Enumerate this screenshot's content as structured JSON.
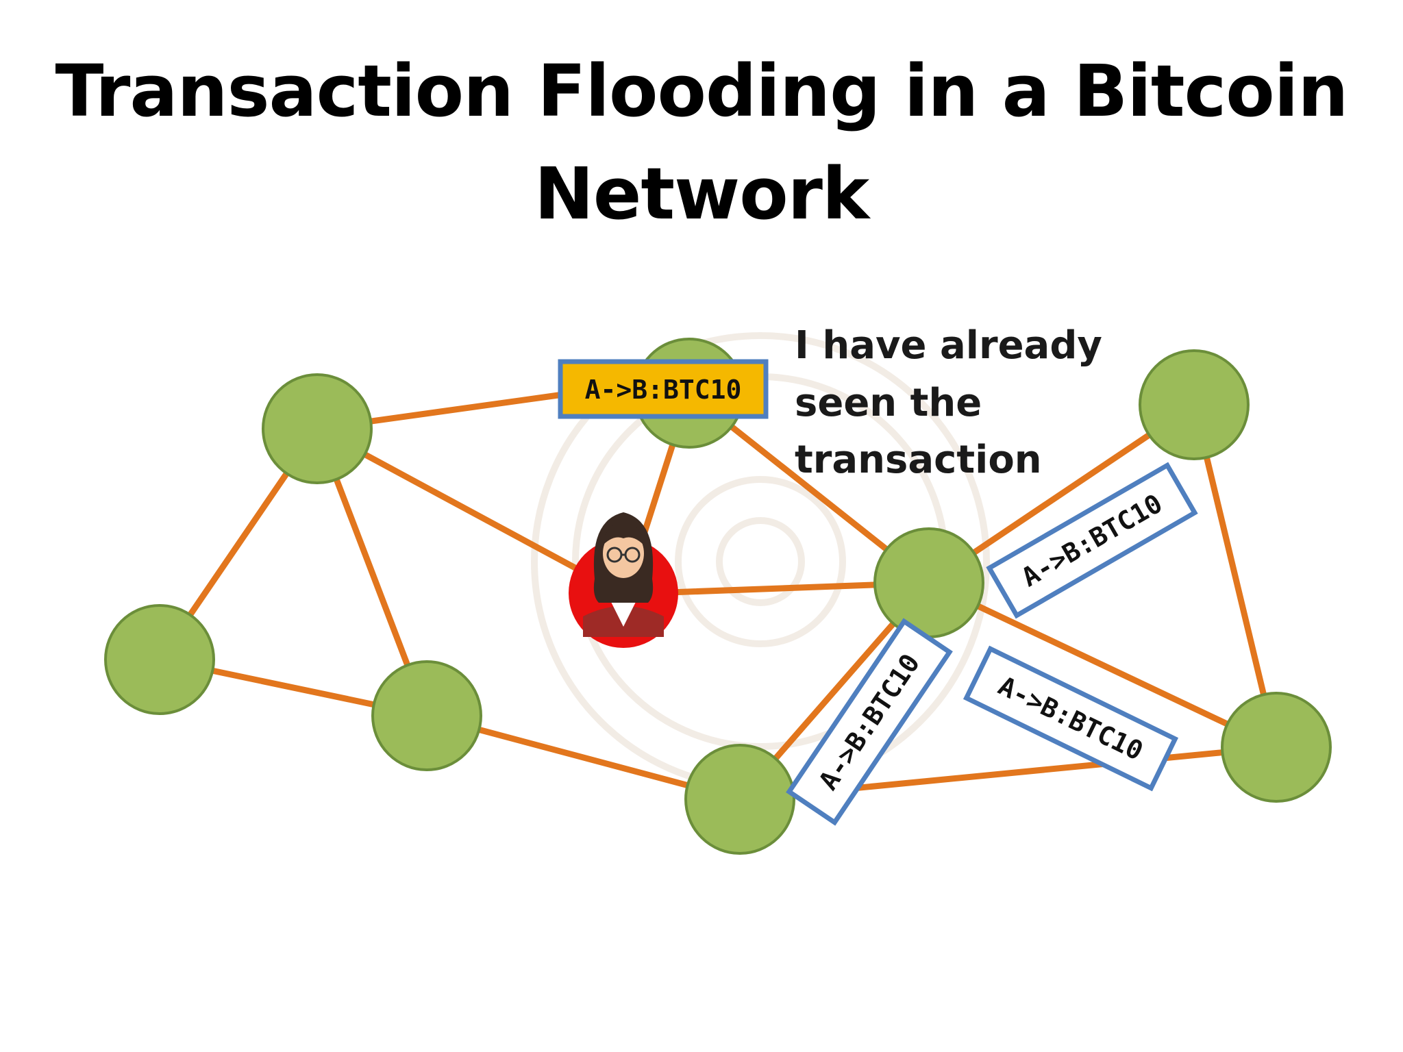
{
  "title": {
    "line1": "Transaction Flooding in a Bitcoin",
    "line2": "Network"
  },
  "transaction_label": "A->B:BTC10",
  "note": {
    "line1": "I have already",
    "line2": "seen the",
    "line3": "transaction"
  },
  "colors": {
    "edge": "#e2761d",
    "node_fill": "#9bbb59",
    "node_stroke": "#6b8e3a",
    "label_border": "#4f7fbf",
    "label_highlight": "#f5b800",
    "user_circle": "#e81010"
  },
  "icons": [
    "user-avatar-icon"
  ]
}
